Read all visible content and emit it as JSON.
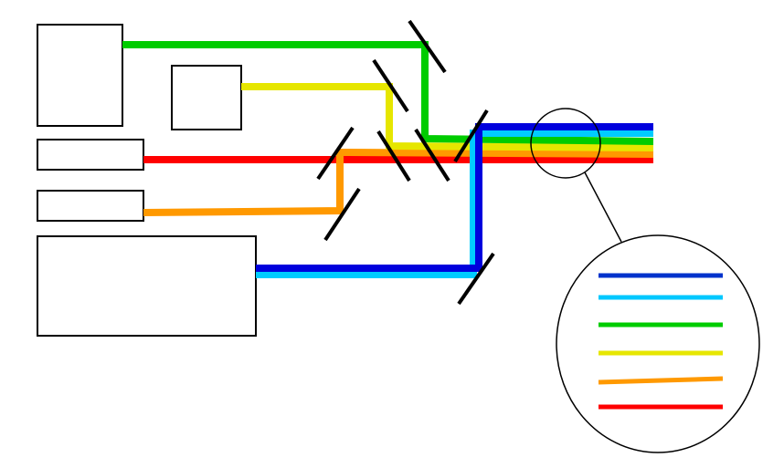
{
  "colors": {
    "green": "#00cc00",
    "yellow": "#e6e600",
    "red": "#ff0000",
    "orange": "#ff9900",
    "blue": "#0000dd",
    "cyan": "#00ccff",
    "zoom_blue": "#0033cc",
    "zoom_cyan": "#00c8ff",
    "zoom_green": "#00cc00",
    "zoom_yellow": "#e6e600",
    "zoom_orange": "#ff9900",
    "zoom_red": "#ff0000",
    "outline": "#000000",
    "background": "#ffffff"
  },
  "sources": [
    {
      "id": "green-source",
      "beam": "green"
    },
    {
      "id": "yellow-source",
      "beam": "yellow"
    },
    {
      "id": "red-source",
      "beam": "red"
    },
    {
      "id": "orange-source",
      "beam": "orange"
    },
    {
      "id": "blue-cyan-source",
      "beam": "blue+cyan"
    }
  ],
  "magnified_view": {
    "beam_order_top_to_bottom": [
      "blue",
      "cyan",
      "green",
      "yellow",
      "orange",
      "red"
    ]
  }
}
